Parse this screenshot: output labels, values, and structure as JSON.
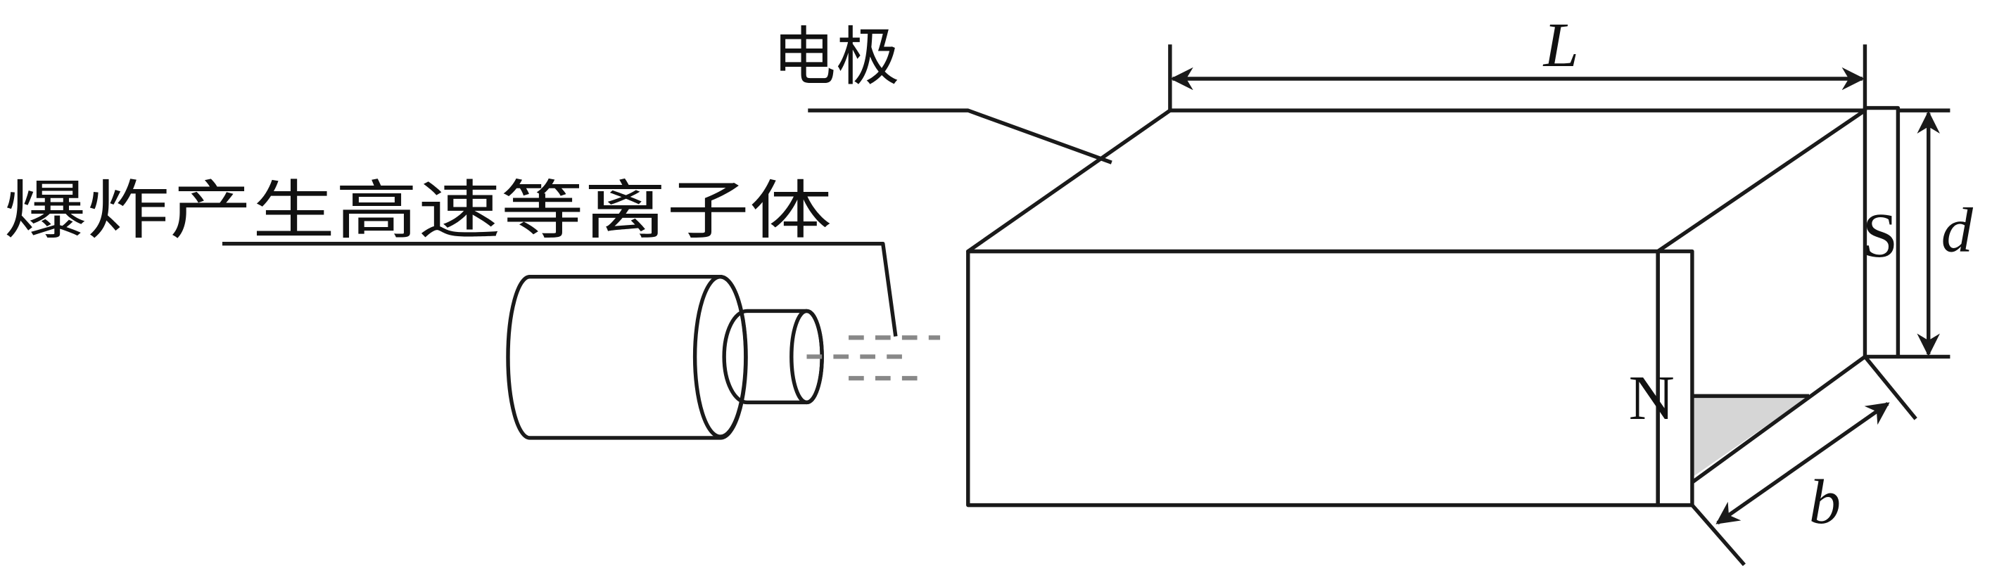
{
  "labels": {
    "electrode": "电极",
    "plasma": "爆炸产生高速等离子体",
    "length": "L",
    "thickness": "d",
    "width": "b",
    "north_pole": "N",
    "south_pole": "S"
  },
  "colors": {
    "face_fill": "#d6d6d6",
    "line": "#1a1a1a",
    "plasma_dash": "#888888"
  }
}
